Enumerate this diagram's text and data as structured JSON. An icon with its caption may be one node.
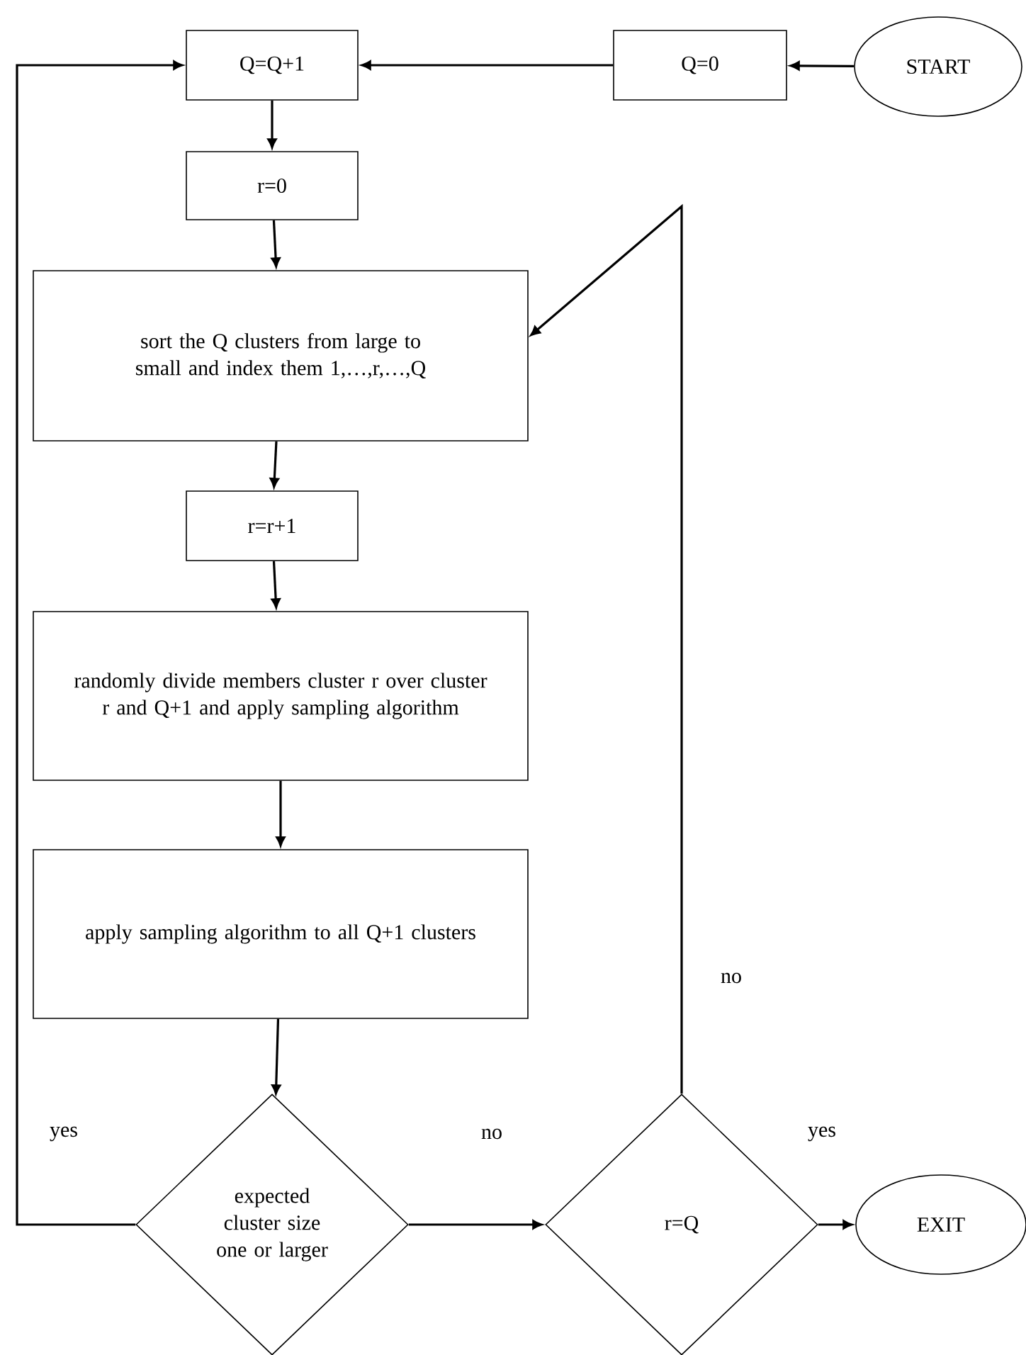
{
  "diagram": {
    "nodes": [
      {
        "text": [
          "START"
        ]
      },
      {
        "text": [
          "Q=0"
        ]
      },
      {
        "text": [
          "Q=Q+1"
        ]
      },
      {
        "text": [
          "r=0"
        ]
      },
      {
        "text": [
          "sort the Q clusters from large to small and index them 1,…,r,…,Q"
        ]
      },
      {
        "text": [
          "r=r+1"
        ]
      },
      {
        "text": [
          "randomly divide members cluster r over cluster r and Q+1 and apply sampling algorithm"
        ]
      },
      {
        "text": [
          "apply sampling algorithm to all Q+1 clusters"
        ]
      },
      {
        "text": [
          "expected cluster size one or larger"
        ]
      },
      {
        "text": [
          "r=Q"
        ]
      },
      {
        "text": [
          "EXIT"
        ]
      }
    ],
    "edges": [
      {
        "from": 0,
        "to": 1,
        "arrow": "to"
      },
      {
        "from": 1,
        "to": 2,
        "arrow": "to"
      },
      {
        "from": 2,
        "to": 3,
        "arrow": "to"
      },
      {
        "from": 3,
        "to": 4,
        "arrow": "to"
      },
      {
        "from": 4,
        "to": 5,
        "arrow": "to"
      },
      {
        "from": 5,
        "to": 6,
        "arrow": "to"
      },
      {
        "from": 6,
        "to": 7,
        "arrow": "to"
      },
      {
        "from": 7,
        "to": 8,
        "arrow": "to"
      },
      {
        "from": 8,
        "to": 9,
        "arrow": "to",
        "label": "no"
      },
      {
        "from": 9,
        "to": 10,
        "arrow": "to",
        "label": "yes"
      },
      {
        "from": 9,
        "to": 4,
        "arrow": "to",
        "label": "no"
      },
      {
        "from": 8,
        "to": 2,
        "arrow": "to",
        "label": "yes"
      }
    ]
  }
}
